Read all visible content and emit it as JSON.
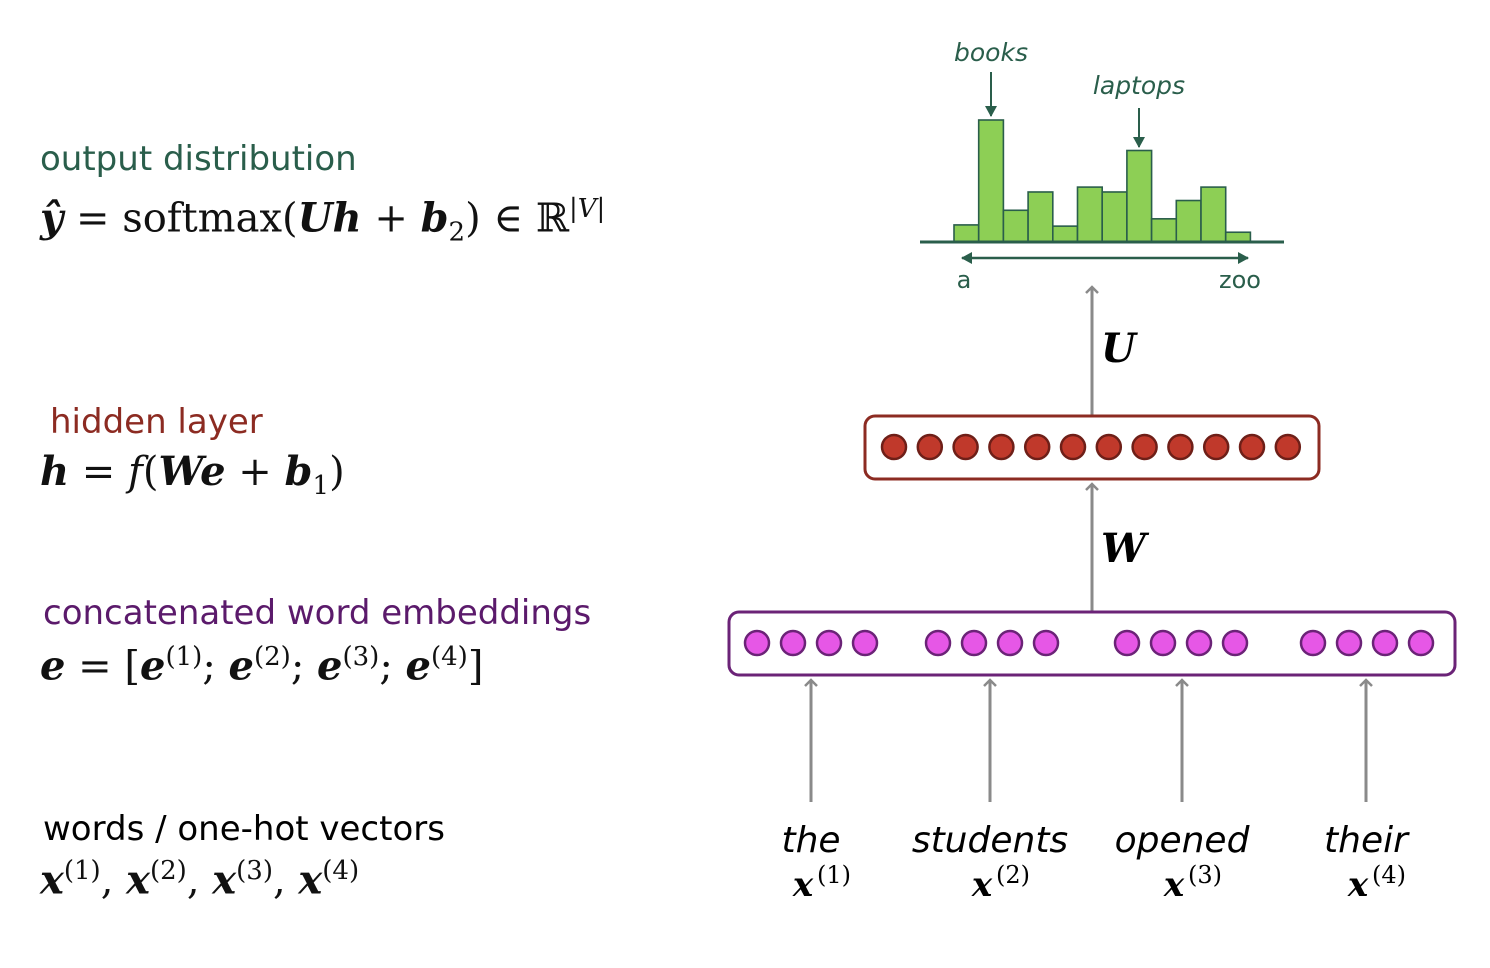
{
  "left": {
    "output": {
      "label": "output distribution"
    },
    "hidden": {
      "label": "hidden layer"
    },
    "embed": {
      "label": "concatenated word embeddings"
    },
    "words": {
      "label": "words / one-hot vectors"
    }
  },
  "diagram": {
    "histogram": {
      "callout_books": "books",
      "callout_laptops": "laptops",
      "axis_start": "a",
      "axis_end": "zoo",
      "bar_values": [
        0.14,
        1.0,
        0.26,
        0.41,
        0.13,
        0.45,
        0.41,
        0.75,
        0.19,
        0.34,
        0.45,
        0.08
      ]
    },
    "weight_U": "U",
    "weight_W": "W",
    "hidden_neurons": 12,
    "embedding_groups": 4,
    "neurons_per_group": 4,
    "words": [
      {
        "word": "the",
        "sup": "(1)"
      },
      {
        "word": "students",
        "sup": "(2)"
      },
      {
        "word": "opened",
        "sup": "(3)"
      },
      {
        "word": "their",
        "sup": "(4)"
      }
    ],
    "colors": {
      "teal": "#2a5e4b",
      "bar_fill": "#8dcf55",
      "hidden_fill": "#c0392b",
      "hidden_border": "#8c2b22",
      "embed_fill": "#e657e6",
      "embed_border": "#6b2377",
      "arrow": "#8a8a8a"
    }
  }
}
